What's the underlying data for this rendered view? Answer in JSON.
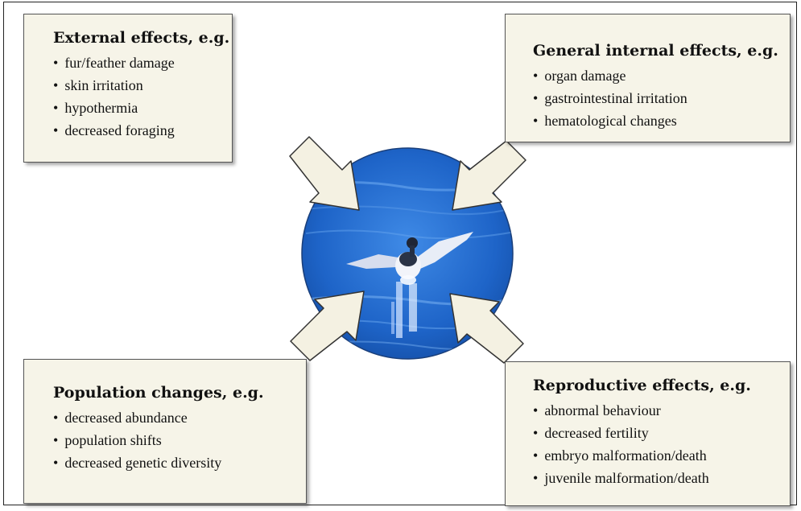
{
  "boxes": {
    "external": {
      "title": "External effects, e.g.",
      "items": [
        "fur/feather damage",
        "skin irritation",
        "hypothermia",
        "decreased foraging"
      ]
    },
    "internal": {
      "title": "General internal effects, e.g.",
      "items": [
        "organ damage",
        "gastrointestinal irritation",
        "hematological changes"
      ]
    },
    "population": {
      "title": "Population changes, e.g.",
      "items": [
        "decreased abundance",
        "population shifts",
        "decreased genetic diversity"
      ]
    },
    "reproductive": {
      "title": "Reproductive effects, e.g.",
      "items": [
        "abnormal behaviour",
        "decreased fertility",
        "embryo malformation/death",
        "juvenile malformation/death"
      ]
    }
  },
  "photo": {
    "subject": "bird-on-water",
    "water_color": "#1e64c8"
  },
  "colors": {
    "box_bg": "#f6f4e8",
    "arrow_fill": "#f4f1e2",
    "arrow_stroke": "#333333"
  }
}
